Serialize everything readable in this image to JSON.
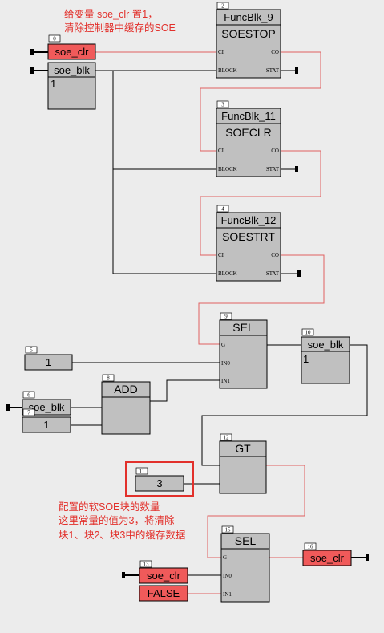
{
  "notes": {
    "top_line1": "给变量 soe_clr 置1，",
    "top_line2": "清除控制器中缓存的SOE",
    "bottom_line1": "配置的软SOE块的数量",
    "bottom_line2": "这里常量的值为3，将清除",
    "bottom_line3": "块1、块2、块3中的缓存数据"
  },
  "vars": {
    "soe_clr_top": {
      "num": "0",
      "label": "soe_clr"
    },
    "soe_blk_top": {
      "label": "soe_blk",
      "value": "1"
    },
    "const_1": {
      "num": "5",
      "label": "1"
    },
    "soe_blk_in": {
      "num": "6",
      "label": "soe_blk"
    },
    "const_1b": {
      "num": "7",
      "label": "1"
    },
    "soe_blk_out": {
      "num": "10",
      "label": "soe_blk",
      "value": "1"
    },
    "const_3": {
      "num": "11",
      "label": "3"
    },
    "soe_clr_in": {
      "num": "13",
      "label": "soe_clr"
    },
    "false_const": {
      "label": "FALSE"
    },
    "soe_clr_out": {
      "num": "16",
      "label": "soe_clr"
    }
  },
  "blocks": {
    "funcblk9": {
      "num": "2",
      "title": "FuncBlk_9",
      "type": "SOESTOP",
      "in1": "CI",
      "in2": "BLOCK",
      "out1": "CO",
      "out2": "STAT"
    },
    "funcblk11": {
      "num": "3",
      "title": "FuncBlk_11",
      "type": "SOECLR",
      "in1": "CI",
      "in2": "BLOCK",
      "out1": "CO",
      "out2": "STAT"
    },
    "funcblk12": {
      "num": "4",
      "title": "FuncBlk_12",
      "type": "SOESTRT",
      "in1": "CI",
      "in2": "BLOCK",
      "out1": "CO",
      "out2": "STAT"
    },
    "sel9": {
      "num": "9",
      "type": "SEL",
      "in1": "G",
      "in2": "IN0",
      "in3": "IN1"
    },
    "add8": {
      "num": "8",
      "type": "ADD"
    },
    "gt12": {
      "num": "12",
      "type": "GT"
    },
    "sel15": {
      "num": "15",
      "type": "SEL",
      "in1": "G",
      "in2": "IN0",
      "in3": "IN1"
    }
  },
  "colors": {
    "background": "#ececec",
    "block_fill": "#c0c0c0",
    "highlight_fill": "#f05a5a",
    "wire_black": "#000000",
    "wire_red": "#e06060",
    "annotation_red": "#e2302b"
  }
}
